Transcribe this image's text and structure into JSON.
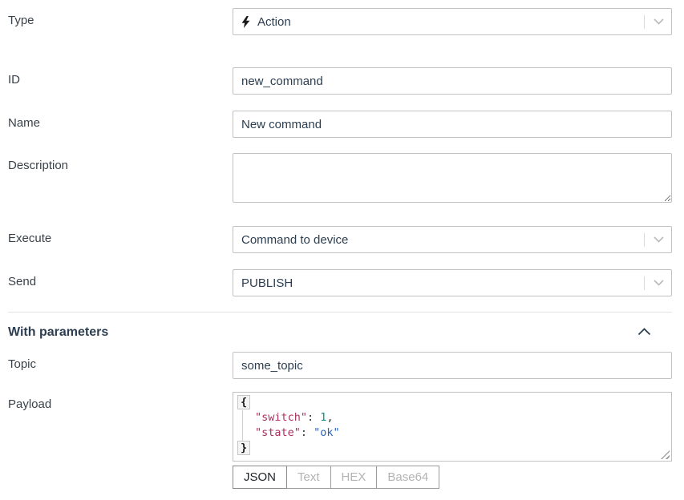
{
  "form": {
    "type": {
      "label": "Type",
      "value": "Action",
      "icon": "lightning-bolt-icon"
    },
    "id": {
      "label": "ID",
      "value": "new_command"
    },
    "name": {
      "label": "Name",
      "value": "New command"
    },
    "description": {
      "label": "Description",
      "value": ""
    },
    "execute": {
      "label": "Execute",
      "value": "Command to device"
    },
    "send": {
      "label": "Send",
      "value": "PUBLISH"
    }
  },
  "parameters": {
    "title": "With parameters",
    "topic": {
      "label": "Topic",
      "value": "some_topic"
    },
    "payload": {
      "label": "Payload",
      "code": {
        "open_brace": "{",
        "close_brace": "}",
        "lines": [
          {
            "key": "\"switch\"",
            "separator": ": ",
            "value": "1",
            "value_type": "number",
            "suffix": ","
          },
          {
            "key": "\"state\"",
            "separator": ": ",
            "value": "\"ok\"",
            "value_type": "string",
            "suffix": ""
          }
        ]
      },
      "tabs": [
        {
          "label": "JSON",
          "active": true
        },
        {
          "label": "Text",
          "active": false
        },
        {
          "label": "HEX",
          "active": false
        },
        {
          "label": "Base64",
          "active": false
        }
      ]
    }
  },
  "colors": {
    "label_text": "#3a4149",
    "value_text": "#2c3e50",
    "input_border": "#c2c2c2",
    "code_key": "#a8315f",
    "code_number": "#0c9082",
    "code_string": "#2a63b8",
    "inactive_tab_text": "#b3b3b3"
  }
}
